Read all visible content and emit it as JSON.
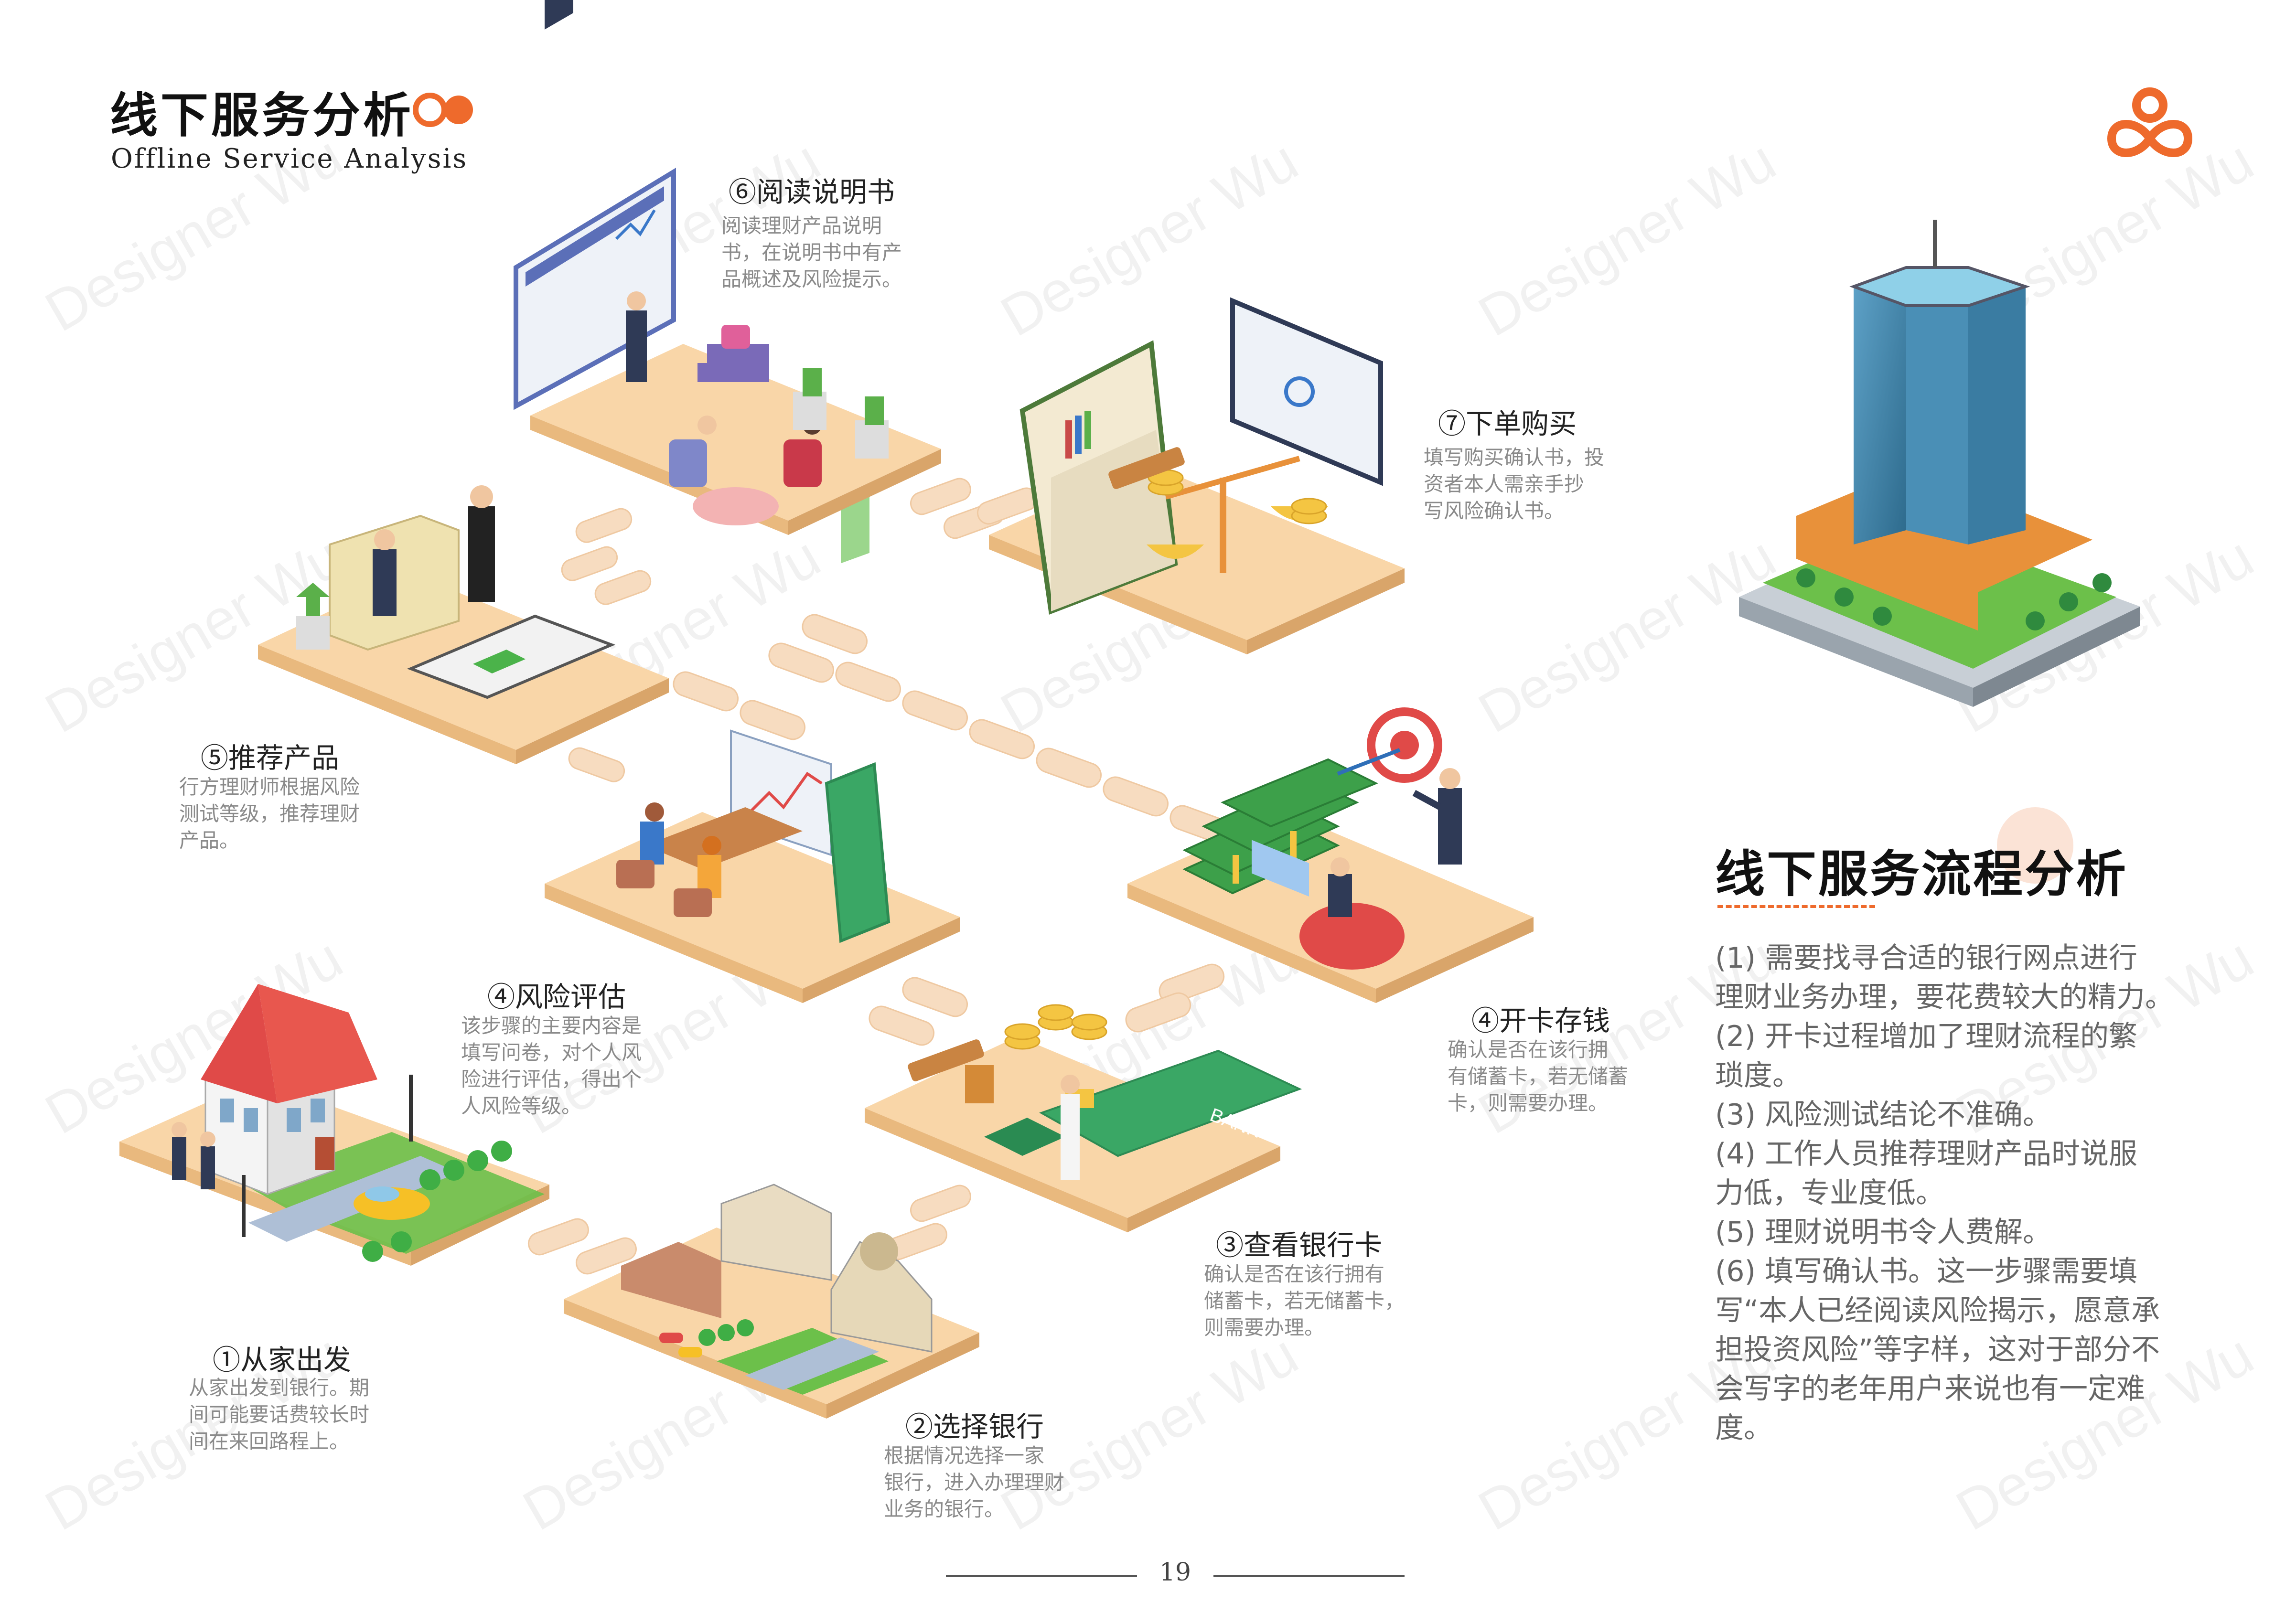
{
  "header": {
    "title_cn": "线下服务分析",
    "title_en": "Offline Service Analysis"
  },
  "steps": [
    {
      "title": "①从家出发",
      "desc": [
        "从家出发到银行。期",
        "间可能要话费较长时",
        "间在来回路程上。"
      ]
    },
    {
      "title": "②选择银行",
      "desc": [
        "根据情况选择一家",
        "银行，进入办理理财",
        "业务的银行。"
      ]
    },
    {
      "title": "③查看银行卡",
      "desc": [
        "确认是否在该行拥有",
        "储蓄卡，若无储蓄卡，",
        "则需要办理。"
      ]
    },
    {
      "title": "④风险评估",
      "desc": [
        "该步骤的主要内容是",
        "填写问卷，对个人风",
        "险进行评估，得出个",
        "人风险等级。"
      ]
    },
    {
      "title": "④开卡存钱",
      "desc": [
        "确认是否在该行拥",
        "有储蓄卡，若无储蓄",
        "卡，则需要办理。"
      ]
    },
    {
      "title": "⑤推荐产品",
      "desc": [
        "行方理财师根据风险",
        "测试等级，推荐理财",
        "产品。"
      ]
    },
    {
      "title": "⑥阅读说明书",
      "desc": [
        "阅读理财产品说明",
        "书，在说明书中有产",
        "品概述及风险提示。"
      ]
    },
    {
      "title": "⑦下单购买",
      "desc": [
        "填写购买确认书，投",
        "资者本人需亲手抄",
        "写风险确认书。"
      ]
    }
  ],
  "analysis": {
    "title": "线下服务流程分析",
    "lines": [
      "(1) 需要找寻合适的银行网点进行",
      "理财业务办理，要花费较大的精力。",
      "(2) 开卡过程增加了理财流程的繁",
      "琐度。",
      "(3) 风险测试结论不准确。",
      "(4) 工作人员推荐理财产品时说服",
      "力低，专业度低。",
      "(5) 理财说明书令人费解。",
      "(6) 填写确认书。这一步骤需要填",
      "写“本人已经阅读风险揭示，愿意承",
      "担投资风险”等字样，这对于部分不",
      "会写字的老年用户来说也有一定难",
      "度。"
    ]
  },
  "illustration_labels": {
    "card_text": "BANK"
  },
  "footer": {
    "page_number": "19"
  },
  "watermark": "Designer Wu",
  "colors": {
    "accent": "#ee6a2c",
    "tile": "#f9d6a8",
    "tile_edge": "#e9b97e",
    "path": "#f7dcc0",
    "grass": "#6cc04a",
    "road": "#aebfd6"
  }
}
